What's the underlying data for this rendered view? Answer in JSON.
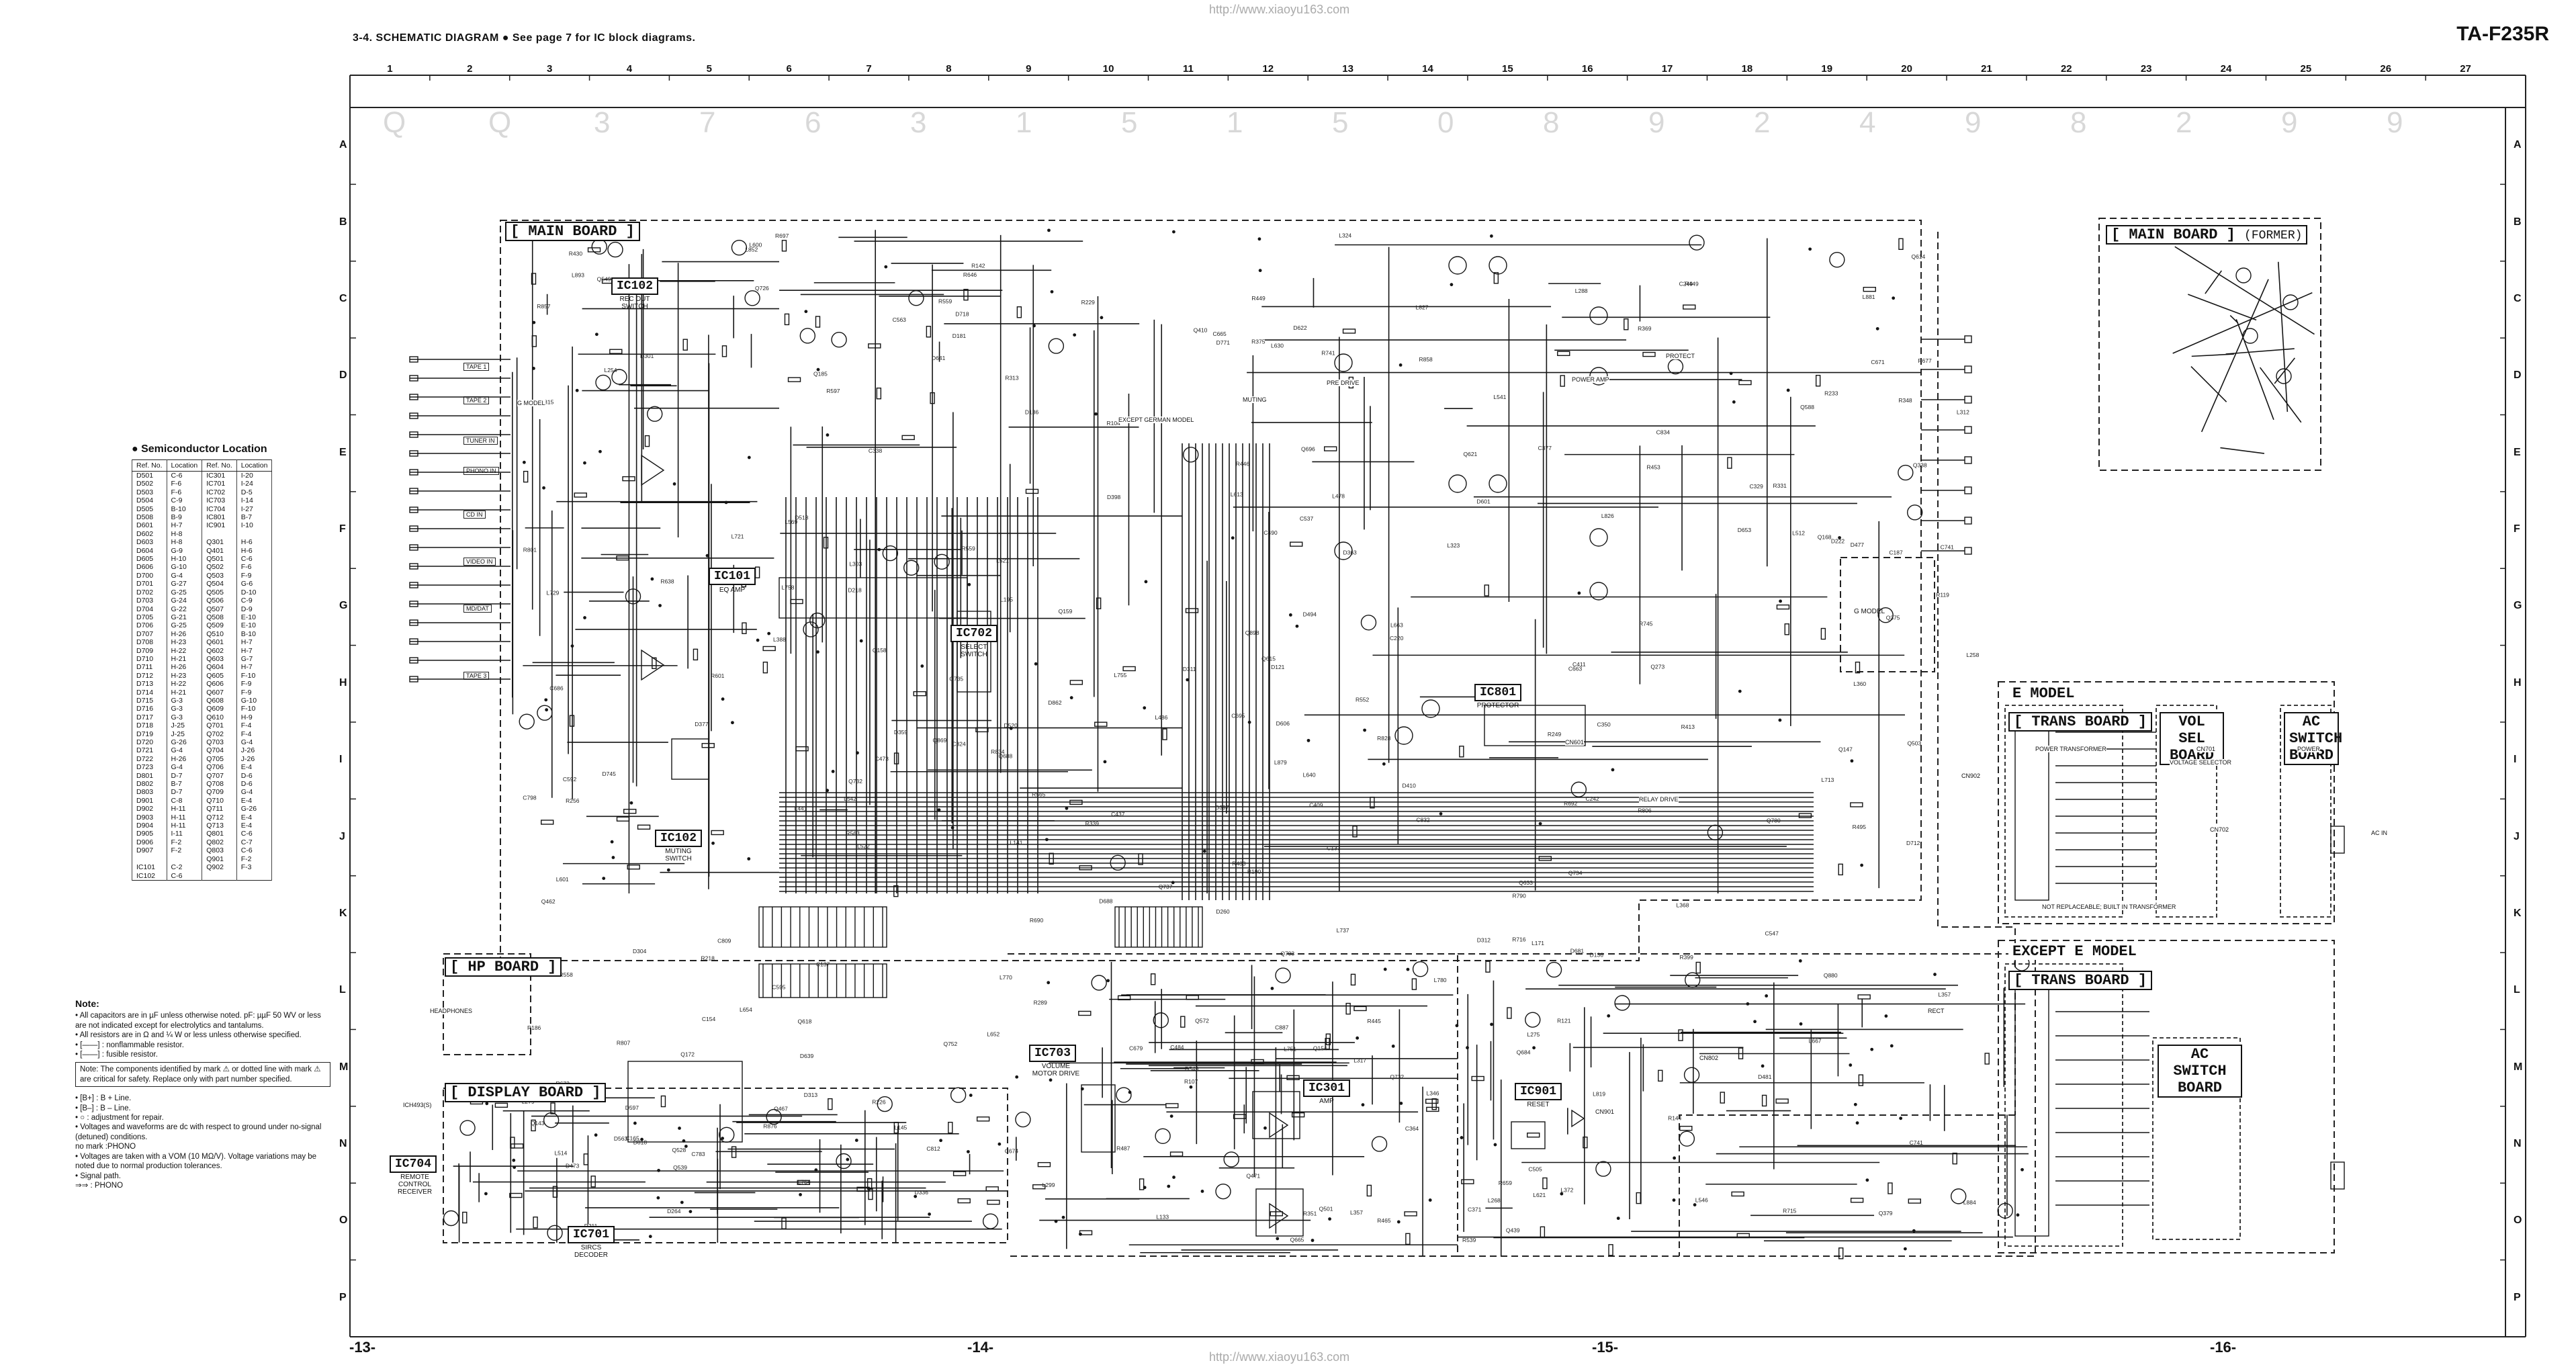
{
  "header": {
    "title": "3-4.  SCHEMATIC DIAGRAM   ● See page 7 for IC block diagrams.",
    "model": "TA-F235R",
    "watermark_top": "http://www.xiaoyu163.com",
    "watermark_bottom": "http://www.xiaoyu163.com"
  },
  "grid": {
    "columns": [
      "1",
      "2",
      "3",
      "4",
      "5",
      "6",
      "7",
      "8",
      "9",
      "10",
      "11",
      "12",
      "13",
      "14",
      "15",
      "16",
      "17",
      "18",
      "19",
      "20",
      "21",
      "22",
      "23",
      "24",
      "25",
      "26",
      "27"
    ],
    "rows": [
      "A",
      "B",
      "C",
      "D",
      "E",
      "F",
      "G",
      "H",
      "I",
      "J",
      "K",
      "L",
      "M",
      "N",
      "O",
      "P"
    ],
    "page_numbers": [
      "-13-",
      "-14-",
      "-15-",
      "-16-"
    ]
  },
  "background_letters": [
    "Q",
    "Q",
    "3",
    "7",
    "6",
    "3",
    "1",
    "5",
    "1",
    "5",
    "0",
    "8",
    "9",
    "2",
    "4",
    "9",
    "8",
    "2",
    "9",
    "9"
  ],
  "boards": {
    "main": "MAIN BOARD",
    "main_former": "MAIN BOARD",
    "former_tag": "(FORMER)",
    "hp": "HP BOARD",
    "display": "DISPLAY BOARD",
    "e_model": "E MODEL",
    "trans_e": "TRANS BOARD",
    "vol_sel": "VOL SEL BOARD",
    "ac_switch_e": "AC SWITCH BOARD",
    "except_e_model": "EXCEPT E MODEL",
    "trans_except": "TRANS BOARD",
    "ac_switch_except": "AC SWITCH BOARD",
    "g_model": "G MODEL"
  },
  "ics": [
    {
      "id": "IC102",
      "desc": "REC OUT SWITCH"
    },
    {
      "id": "IC101",
      "desc": "EQ AMP"
    },
    {
      "id": "IC702",
      "desc": "SELECT SWITCH"
    },
    {
      "id": "IC102",
      "desc": "MUTING SWITCH"
    },
    {
      "id": "IC801",
      "desc": "PROTECTOR"
    },
    {
      "id": "IC703",
      "desc": "VOLUME MOTOR DRIVE"
    },
    {
      "id": "IC301",
      "desc": "AMP"
    },
    {
      "id": "IC901",
      "desc": "RESET"
    },
    {
      "id": "IC704",
      "desc": "REMOTE CONTROL RECEIVER"
    },
    {
      "id": "IC701",
      "desc": "SIRCS DECODER"
    }
  ],
  "semiconductor_location": {
    "title": "● Semiconductor Location",
    "headers": [
      "Ref. No.",
      "Location",
      "Ref. No.",
      "Location"
    ],
    "rows": [
      [
        "D501",
        "C-6",
        "IC301",
        "I-20"
      ],
      [
        "D502",
        "F-6",
        "IC701",
        "I-24"
      ],
      [
        "D503",
        "F-6",
        "IC702",
        "D-5"
      ],
      [
        "D504",
        "C-9",
        "IC703",
        "I-14"
      ],
      [
        "D505",
        "B-10",
        "IC704",
        "I-27"
      ],
      [
        "D508",
        "B-9",
        "IC801",
        "B-7"
      ],
      [
        "D601",
        "H-7",
        "IC901",
        "I-10"
      ],
      [
        "D602",
        "H-8",
        "",
        ""
      ],
      [
        "D603",
        "H-8",
        "Q301",
        "H-6"
      ],
      [
        "D604",
        "G-9",
        "Q401",
        "H-6"
      ],
      [
        "D605",
        "H-10",
        "Q501",
        "C-6"
      ],
      [
        "D606",
        "G-10",
        "Q502",
        "F-6"
      ],
      [
        "D700",
        "G-4",
        "Q503",
        "F-9"
      ],
      [
        "D701",
        "G-27",
        "Q504",
        "G-6"
      ],
      [
        "D702",
        "G-25",
        "Q505",
        "D-10"
      ],
      [
        "D703",
        "G-24",
        "Q506",
        "C-9"
      ],
      [
        "D704",
        "G-22",
        "Q507",
        "D-9"
      ],
      [
        "D705",
        "G-21",
        "Q508",
        "E-10"
      ],
      [
        "D706",
        "G-25",
        "Q509",
        "E-10"
      ],
      [
        "D707",
        "H-26",
        "Q510",
        "B-10"
      ],
      [
        "D708",
        "H-23",
        "Q601",
        "H-7"
      ],
      [
        "D709",
        "H-22",
        "Q602",
        "H-7"
      ],
      [
        "D710",
        "H-21",
        "Q603",
        "G-7"
      ],
      [
        "D711",
        "H-26",
        "Q604",
        "H-7"
      ],
      [
        "D712",
        "H-23",
        "Q605",
        "F-10"
      ],
      [
        "D713",
        "H-22",
        "Q606",
        "F-9"
      ],
      [
        "D714",
        "H-21",
        "Q607",
        "F-9"
      ],
      [
        "D715",
        "G-3",
        "Q608",
        "G-10"
      ],
      [
        "D716",
        "G-3",
        "Q609",
        "F-10"
      ],
      [
        "D717",
        "G-3",
        "Q610",
        "H-9"
      ],
      [
        "D718",
        "J-25",
        "Q701",
        "F-4"
      ],
      [
        "D719",
        "J-25",
        "Q702",
        "F-4"
      ],
      [
        "D720",
        "G-26",
        "Q703",
        "G-4"
      ],
      [
        "D721",
        "G-4",
        "Q704",
        "J-26"
      ],
      [
        "D722",
        "H-26",
        "Q705",
        "J-26"
      ],
      [
        "D723",
        "G-4",
        "Q706",
        "E-4"
      ],
      [
        "D801",
        "D-7",
        "Q707",
        "D-6"
      ],
      [
        "D802",
        "B-7",
        "Q708",
        "D-6"
      ],
      [
        "D803",
        "D-7",
        "Q709",
        "G-4"
      ],
      [
        "D901",
        "C-8",
        "Q710",
        "E-4"
      ],
      [
        "D902",
        "H-11",
        "Q711",
        "G-26"
      ],
      [
        "D903",
        "H-11",
        "Q712",
        "E-4"
      ],
      [
        "D904",
        "H-11",
        "Q713",
        "E-4"
      ],
      [
        "D905",
        "I-11",
        "Q801",
        "C-6"
      ],
      [
        "D906",
        "F-2",
        "Q802",
        "C-7"
      ],
      [
        "D907",
        "F-2",
        "Q803",
        "C-6"
      ],
      [
        "",
        "",
        "Q901",
        "F-2"
      ],
      [
        "IC101",
        "C-2",
        "Q902",
        "F-3"
      ],
      [
        "IC102",
        "C-6",
        "",
        ""
      ]
    ]
  },
  "notes": {
    "title": "Note:",
    "items": [
      "•  All capacitors are in µF unless otherwise noted. pF: µµF 50 WV or less are not indicated except for electrolytics and tantalums.",
      "•  All resistors are in Ω and ¼ W or less unless otherwise specified.",
      "•  [——]  : nonflammable resistor.",
      "•  [——]  : fusible resistor."
    ],
    "box": "Note:  The components identified by mark ⚠ or dotted line with mark ⚠ are critical for safety. Replace only with part number specified.",
    "items2": [
      "•  [B+]  : B + Line.",
      "•  [B–]  : B – Line.",
      "•  ○  : adjustment for repair.",
      "•  Voltages and waveforms are dc with respect to ground under no-signal (detuned) conditions.",
      "      no mark :PHONO",
      "•  Voltages are taken with a VOM (10 MΩ/V). Voltage variations may be noted due to normal production tolerances.",
      "•  Signal path.",
      "      ⇒⇒ : PHONO"
    ]
  },
  "labels": {
    "jacks": [
      "TAPE 1",
      "TAPE 2",
      "TUNER IN",
      "PHONO IN",
      "CD IN",
      "VIDEO IN",
      "MD/DAT",
      "TAPE 3"
    ],
    "fragments": [
      "G MODEL",
      "EXCEPT GERMAN MODEL",
      "PRE DRIVE",
      "POWER AMP",
      "MUTING",
      "PROTECT",
      "RELAY DRIVE",
      "POWER TRANSFORMER",
      "VOLTAGE SELECTOR",
      "NOT REPLACEABLE; BUILT IN TRANSFORMER",
      "AC IN",
      "POWER",
      "RECT",
      "HEADPHONES",
      "ICH493(S)",
      "CN901",
      "CN802",
      "CN601",
      "CN902",
      "CN701",
      "CN702"
    ]
  },
  "colors": {
    "ink": "#111111",
    "grid": "#222222",
    "watermark": "#9a9a9a",
    "bg_letter": "#d6d6d6"
  }
}
